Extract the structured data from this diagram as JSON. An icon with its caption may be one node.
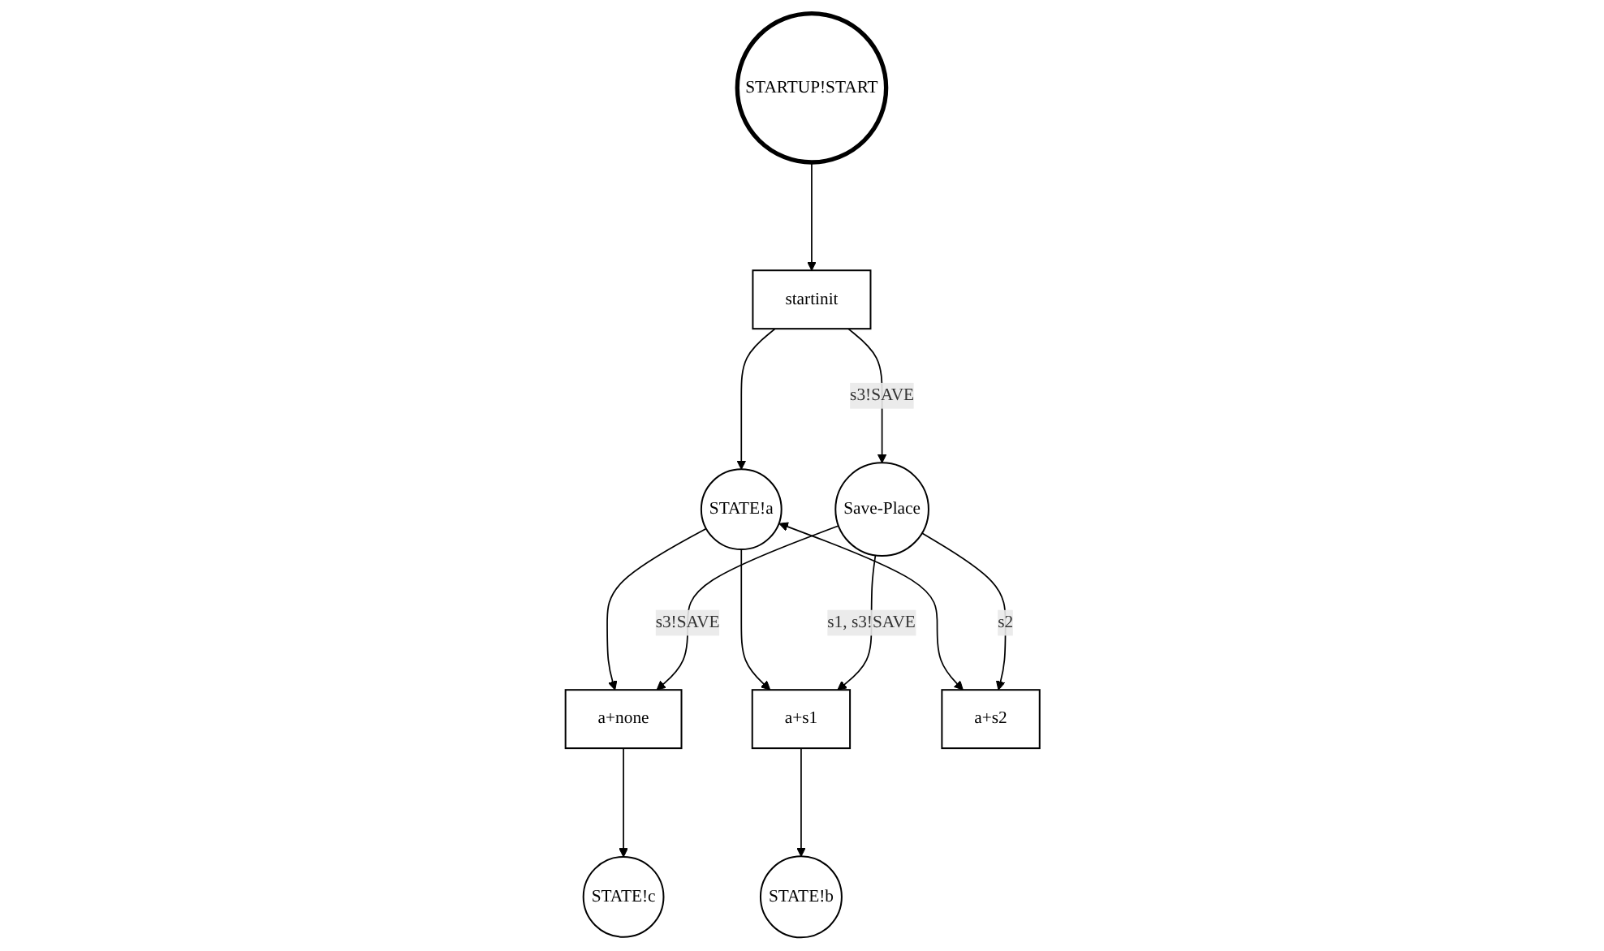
{
  "diagram": {
    "nodes": [
      {
        "text": [
          "STARTUP!START"
        ]
      },
      {
        "text": [
          "startinit"
        ]
      },
      {
        "text": [
          "STATE!a"
        ]
      },
      {
        "text": [
          "Save-Place"
        ]
      },
      {
        "text": [
          "a+none"
        ]
      },
      {
        "text": [
          "a+s1"
        ]
      },
      {
        "text": [
          "a+s2"
        ]
      },
      {
        "text": [
          "STATE!c"
        ]
      },
      {
        "text": [
          "STATE!b"
        ]
      }
    ],
    "edges": [
      {
        "from": 0,
        "to": 1,
        "arrow": "to"
      },
      {
        "from": 1,
        "to": 2,
        "arrow": "to"
      },
      {
        "from": 1,
        "to": 3,
        "arrow": "to",
        "label": "s3!SAVE"
      },
      {
        "from": 2,
        "to": 4,
        "arrow": "to"
      },
      {
        "from": 2,
        "to": 5,
        "arrow": "to"
      },
      {
        "from": 2,
        "to": 6,
        "arrow": "both"
      },
      {
        "from": 3,
        "to": 6,
        "arrow": "to",
        "label": "s2"
      },
      {
        "from": 3,
        "to": 5,
        "arrow": "to",
        "label": "s1, s3!SAVE"
      },
      {
        "from": 3,
        "to": 4,
        "arrow": "to",
        "label": "s3!SAVE"
      },
      {
        "from": 4,
        "to": 7,
        "arrow": "to"
      },
      {
        "from": 5,
        "to": 8,
        "arrow": "to"
      }
    ]
  }
}
